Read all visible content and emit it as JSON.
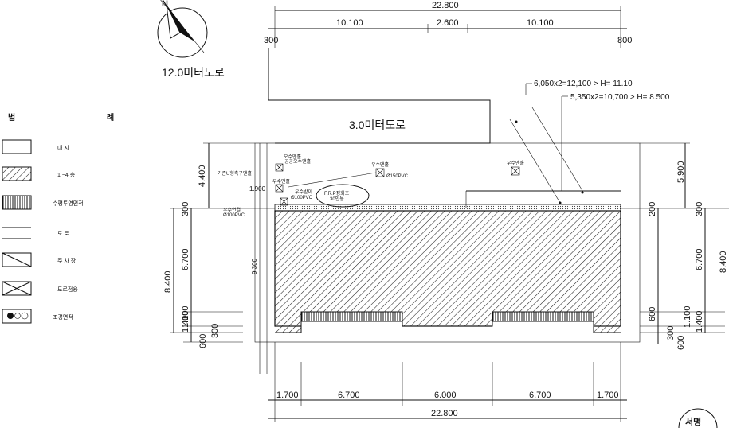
{
  "north_arrow": {
    "label": "N"
  },
  "roads": {
    "main": "12.0미터도로",
    "side": "3.0미터도로"
  },
  "top_dims": {
    "total": "22.800",
    "left_offset": "300",
    "right_offset": "800",
    "segments": [
      "10.100",
      "2.600",
      "10.100"
    ]
  },
  "height_notes": [
    "6,050x2=12,100 > H= 11.10",
    "5,350x2=10,700 > H= 8.500"
  ],
  "bottom_dims": {
    "segments": [
      "1.700",
      "6.700",
      "6.000",
      "6.700",
      "1.700"
    ],
    "total": "22.800"
  },
  "left_dims": {
    "upper": "4.400",
    "d300": "300",
    "d6700": "6.700",
    "d8400": "8.400",
    "d1100": "1.100",
    "d1400": "1.400",
    "d600": "600",
    "d300b": "300",
    "d9300": "9.300",
    "d1900": "1.900"
  },
  "right_dims": {
    "upper": "5.900",
    "d200": "200",
    "d300": "300",
    "d6700": "6.700",
    "d8400": "8.400",
    "d600": "600",
    "d1100": "1.100",
    "d1400": "1.400",
    "d300b": "300",
    "d600b": "600"
  },
  "site_labels": {
    "sewer1": "오수맨홀",
    "sewer2": "공공오수맨홀",
    "existing": "기존U형측구맨홀",
    "rain1": "우수맨홀",
    "rain2": "우수맨홀",
    "rain3": "우수맨홀",
    "pipe100a": "Ø100PVC",
    "pipe100b": "Ø100PVC",
    "pipe150": "Ø150PVC",
    "rain_gutter": "우수받이",
    "frp": "F.R.P정화조",
    "frp_sub": "30인용",
    "connect": "우수연결"
  },
  "legend": {
    "title_left": "범",
    "title_right": "례",
    "items": [
      {
        "label": "대          지",
        "icon": "plain-box"
      },
      {
        "label": "1 ~4        층",
        "icon": "hatched-box"
      },
      {
        "label": "수평투영면적",
        "icon": "vertical-lines-box"
      },
      {
        "label": "도          로",
        "icon": "road-lines"
      },
      {
        "label": "주   차   장",
        "icon": "single-diagonal-box"
      },
      {
        "label": "도로점용",
        "icon": "x-box"
      },
      {
        "label": "조경면적",
        "icon": "landscape-box"
      }
    ]
  },
  "stamp": {
    "text": "서명"
  }
}
